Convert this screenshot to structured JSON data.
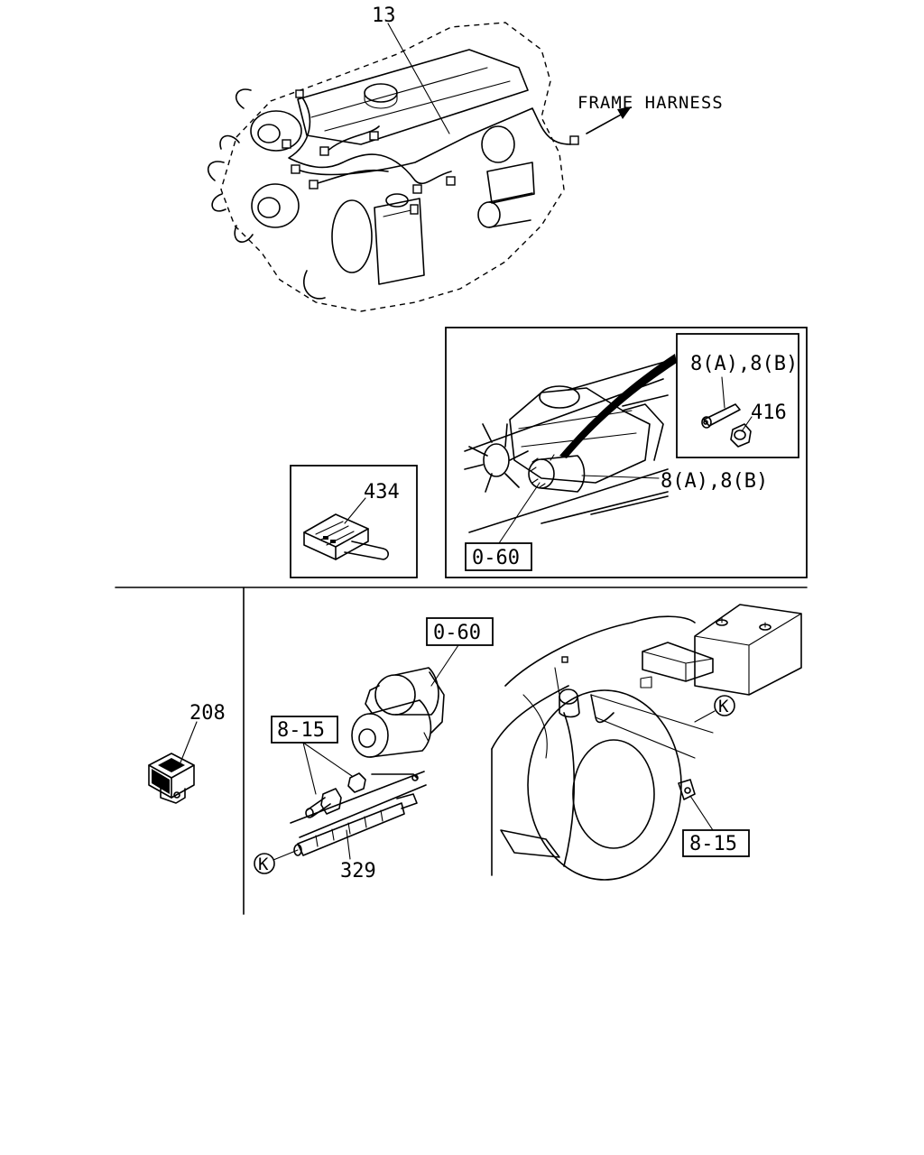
{
  "callouts": {
    "engine_harness": "13",
    "frame_harness": "FRAME HARNESS",
    "inset_wire_top": "8(A),8(B)",
    "inset_nut": "416",
    "inset_wire_main": "8(A),8(B)",
    "ref_0_60_top": "0-60",
    "connector": "434",
    "relay": "208",
    "ref_0_60_bottom": "0-60",
    "ref_8_15_left": "8-15",
    "cable_329": "329",
    "marker_k_left": "K",
    "marker_k_right": "K",
    "ref_8_15_right": "8-15"
  }
}
